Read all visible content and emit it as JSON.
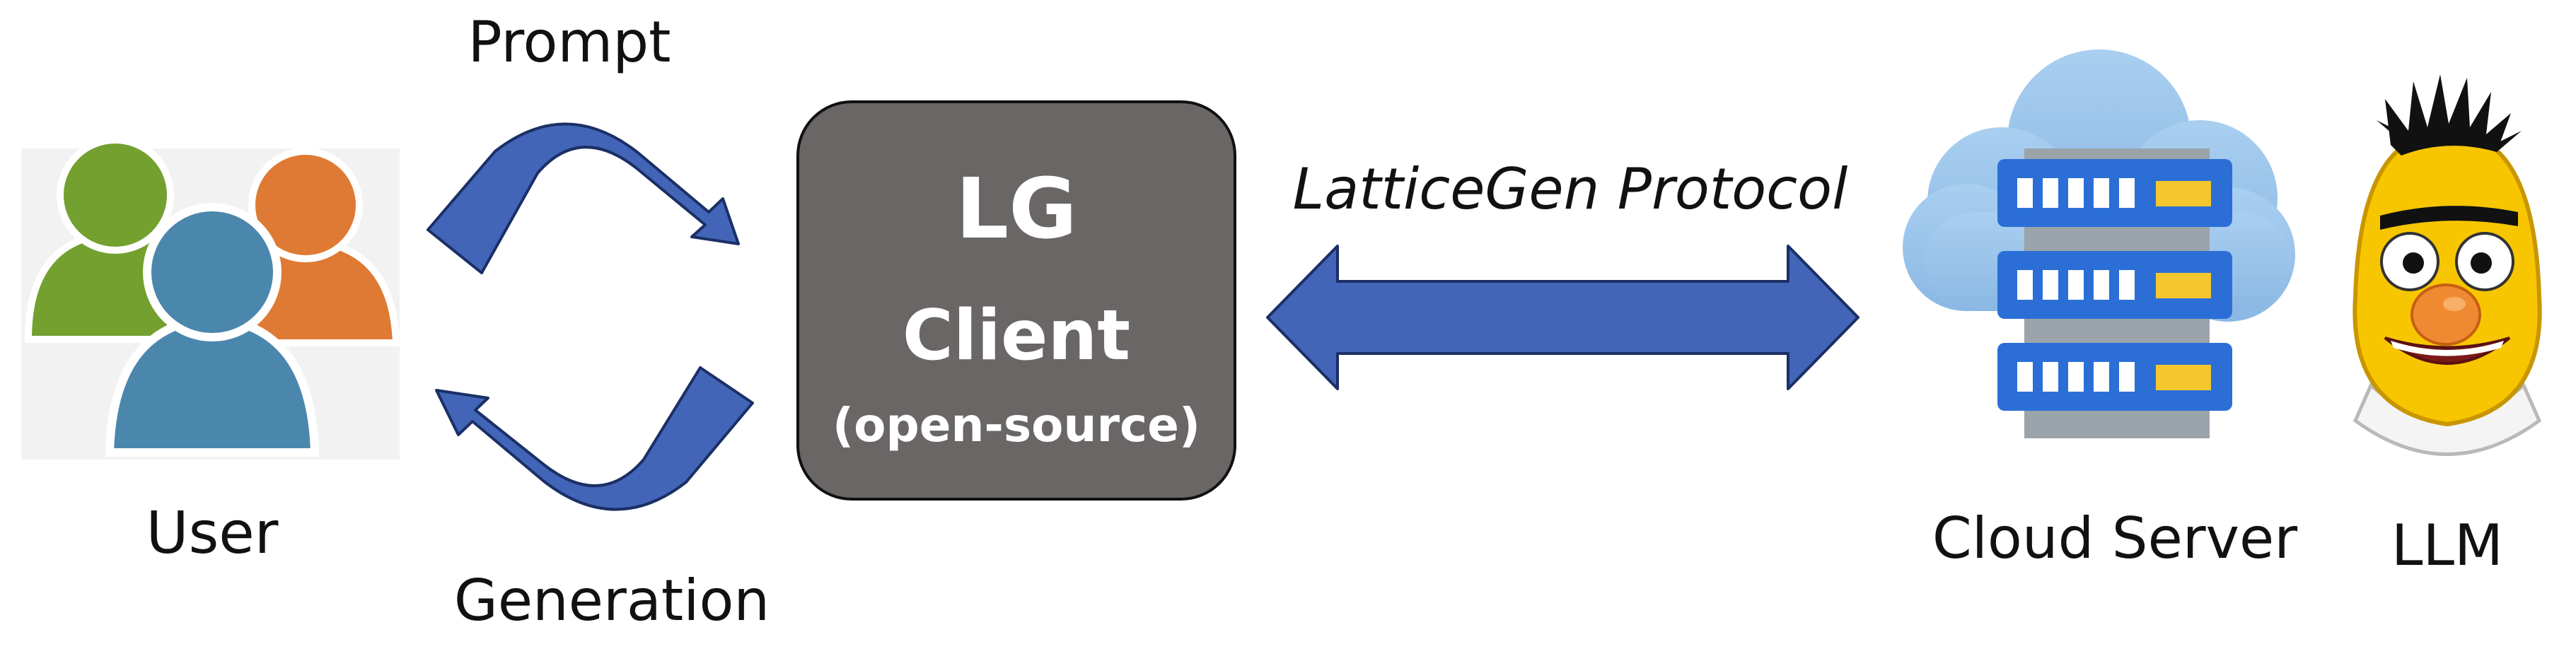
{
  "user": {
    "label": "User"
  },
  "arrows": {
    "top_label": "Prompt",
    "bottom_label": "Generation"
  },
  "client": {
    "title": "LG",
    "subtitle": "Client",
    "note": "(open-source)"
  },
  "protocol": {
    "label": "LatticeGen Protocol"
  },
  "server": {
    "label": "Cloud Server"
  },
  "llm": {
    "label": "LLM"
  },
  "colors": {
    "arrow_fill": "#4265b8",
    "client_box": "#696665",
    "user_green": "#73a02f",
    "user_orange": "#de7a33",
    "user_blue": "#4b87ad",
    "cloud": "#9ec6ea",
    "server_blue": "#2b6fd6",
    "llm_yellow": "#f7c600"
  },
  "icons": [
    "user-group-icon",
    "cloud-server-icon",
    "llm-character-icon"
  ]
}
